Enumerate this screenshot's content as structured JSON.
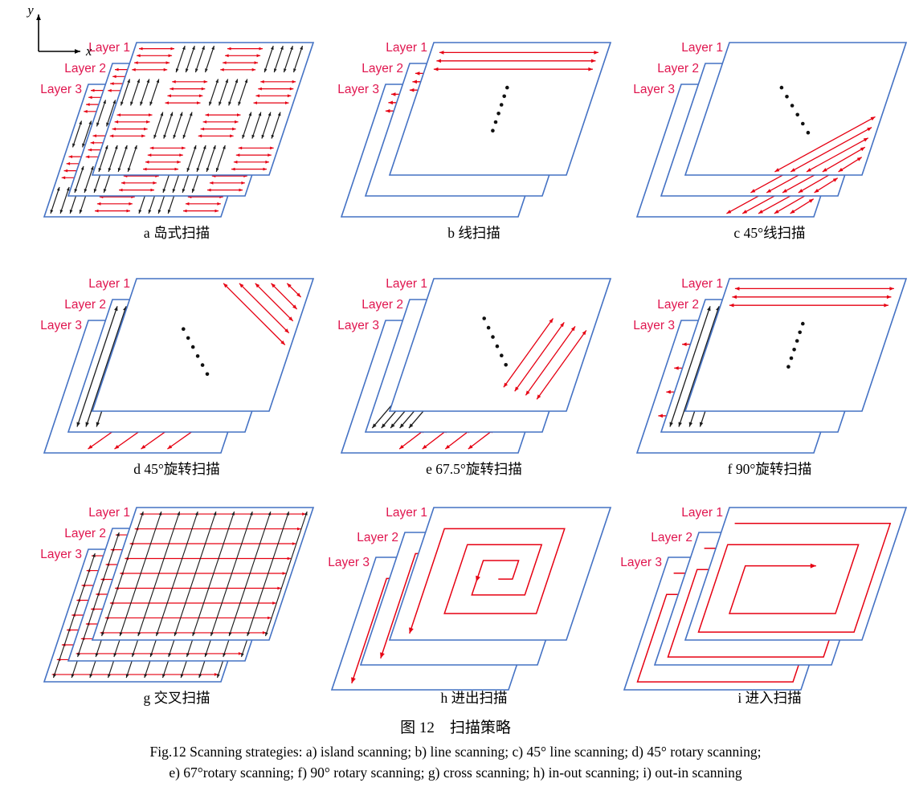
{
  "figure": {
    "axis": {
      "x_label": "x",
      "y_label": "y"
    },
    "layer_labels": [
      "Layer 1",
      "Layer 2",
      "Layer 3"
    ],
    "panels": [
      {
        "id": "a",
        "caption": "a 岛式扫描",
        "pattern": "island"
      },
      {
        "id": "b",
        "caption": "b 线扫描",
        "pattern": "line"
      },
      {
        "id": "c",
        "caption": "c 45°线扫描",
        "pattern": "line45"
      },
      {
        "id": "d",
        "caption": "d 45°旋转扫描",
        "pattern": "rotary45"
      },
      {
        "id": "e",
        "caption": "e 67.5°旋转扫描",
        "pattern": "rotary67"
      },
      {
        "id": "f",
        "caption": "f 90°旋转扫描",
        "pattern": "rotary90"
      },
      {
        "id": "g",
        "caption": "g 交叉扫描",
        "pattern": "cross"
      },
      {
        "id": "h",
        "caption": "h 进出扫描",
        "pattern": "inout"
      },
      {
        "id": "i",
        "caption": "i 进入扫描",
        "pattern": "outin"
      }
    ],
    "caption_cn": "图 12　扫描策略",
    "caption_en_line1": "Fig.12 Scanning strategies: a) island scanning; b) line scanning; c) 45° line scanning; d) 45° rotary scanning;",
    "caption_en_line2": "e) 67°rotary scanning; f) 90° rotary scanning; g) cross scanning; h) in-out scanning; i) out-in scanning",
    "colors": {
      "layer_outline": "#4472c4",
      "scan_red": "#e60012",
      "scan_black": "#1c1c1c",
      "layer_label": "#e0164f"
    }
  }
}
